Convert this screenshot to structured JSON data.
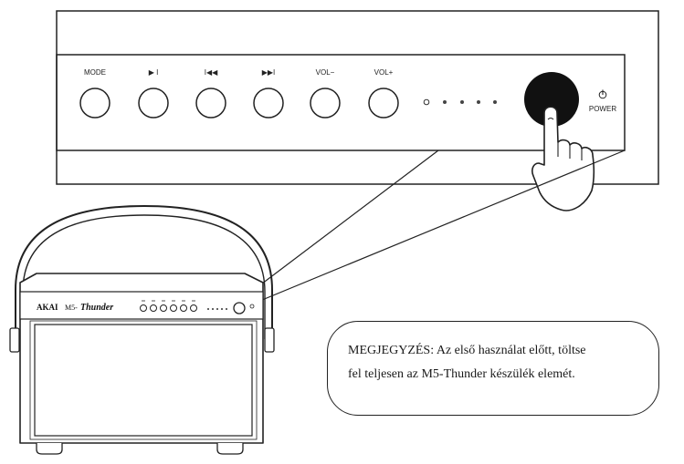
{
  "panel": {
    "buttons": [
      {
        "label": "MODE"
      },
      {
        "label": "▶ I"
      },
      {
        "label": "I◀◀"
      },
      {
        "label": "▶▶I"
      },
      {
        "label": "VOL−"
      },
      {
        "label": "VOL+"
      }
    ],
    "power_label": "POWER"
  },
  "speaker": {
    "brand": "AKAI",
    "model": "M5-",
    "model_script": "Thunder"
  },
  "note": {
    "line1": "MEGJEGYZÉS: Az első használat előtt, töltse",
    "line2": "fel teljesen az M5-Thunder készülék elemét."
  }
}
